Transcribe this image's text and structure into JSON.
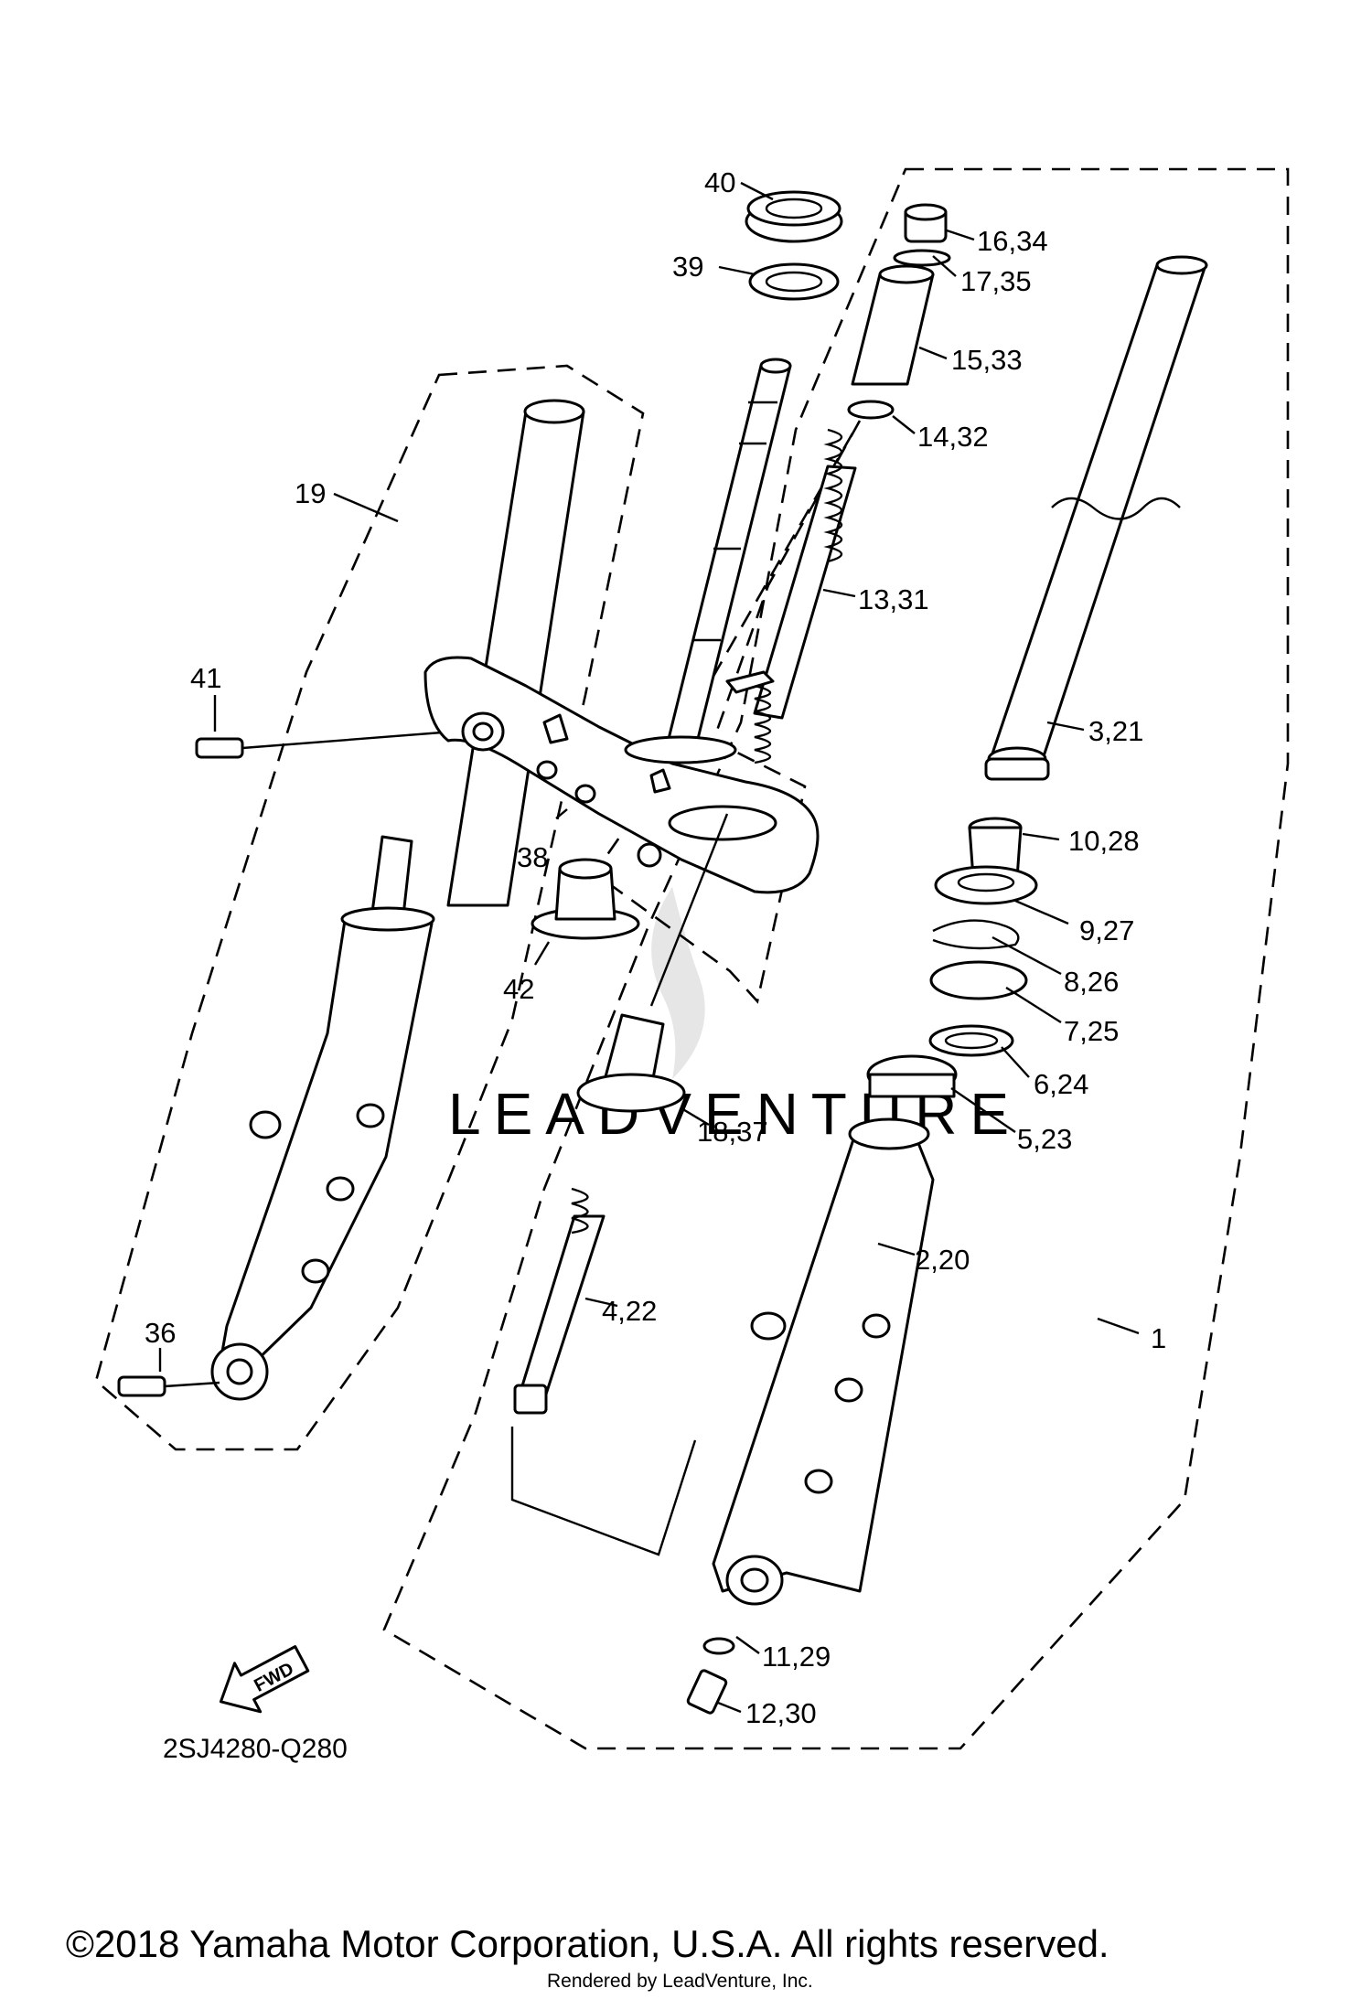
{
  "diagram": {
    "drawing_code": "2SJ4280-Q280",
    "fwd_arrow_label": "FWD",
    "watermark": "LEADVENTURE",
    "callouts": {
      "c1": "1",
      "c19": "19",
      "c36": "36",
      "c38": "38",
      "c39": "39",
      "c40": "40",
      "c41": "41",
      "c42": "42",
      "c2_20": "2,20",
      "c3_21": "3,21",
      "c4_22": "4,22",
      "c5_23": "5,23",
      "c6_24": "6,24",
      "c7_25": "7,25",
      "c8_26": "8,26",
      "c9_27": "9,27",
      "c10_28": "10,28",
      "c11_29": "11,29",
      "c12_30": "12,30",
      "c13_31": "13,31",
      "c14_32": "14,32",
      "c15_33": "15,33",
      "c16_34": "16,34",
      "c17_35": "17,35",
      "c18_37": "18,37"
    }
  },
  "footer": {
    "copyright": "©2018 Yamaha Motor Corporation, U.S.A. All rights reserved.",
    "rendered_by": "Rendered by LeadVenture, Inc."
  }
}
